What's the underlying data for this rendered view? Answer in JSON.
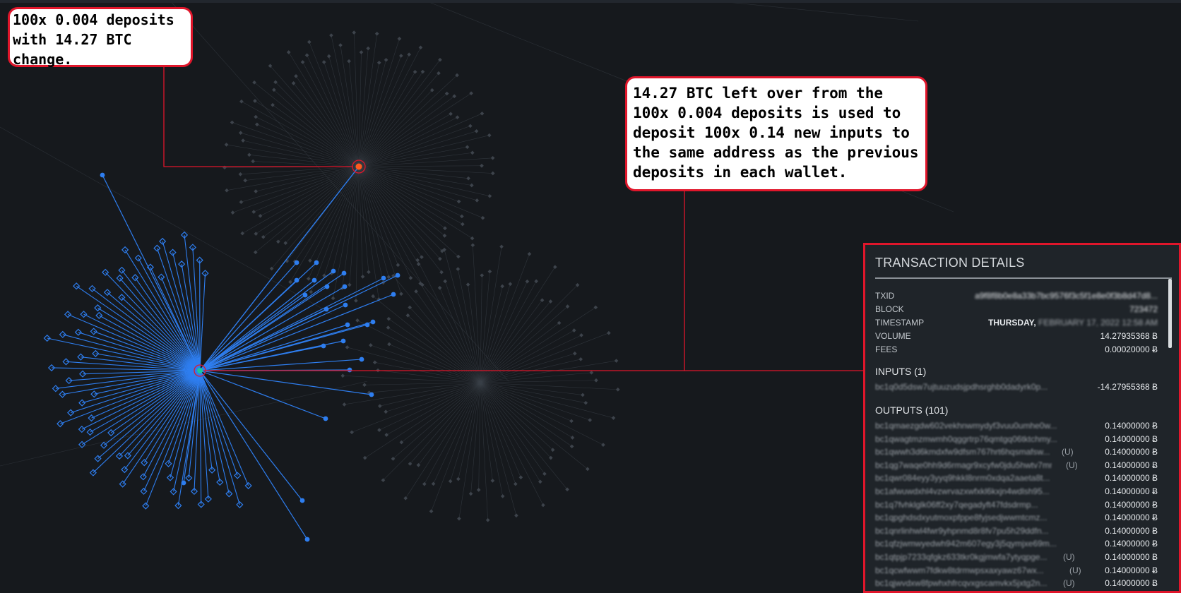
{
  "callouts": {
    "first": "100x 0.004 deposits\nwith 14.27 BTC\nchange.",
    "second": "14.27 BTC left over from the\n100x 0.004 deposits is used to\ndeposit 100x 0.14 new inputs to\nthe same address as the previous\ndeposits in each wallet."
  },
  "panel": {
    "title": "TRANSACTION DETAILS",
    "fields": [
      {
        "label": "TXID",
        "value": "a9f8f8b0e8a33b7bc9576f3c5f1e8e0f3b8d47d8..."
      },
      {
        "label": "BLOCK",
        "value": "723472"
      },
      {
        "label": "TIMESTAMP",
        "value_bold": "THURSDAY,",
        "value": "FEBRUARY 17, 2022 12:58 AM"
      },
      {
        "label": "VOLUME",
        "value": "14.27935368 Ƀ"
      },
      {
        "label": "FEES",
        "value": "0.00020000 Ƀ"
      }
    ],
    "inputs_title": "INPUTS (1)",
    "inputs": [
      {
        "address": "bc1q0d5dsw7ujtuuzudsjpdhsrghb0dadyrk0p...",
        "amount": "-14.27955368 Ƀ"
      }
    ],
    "outputs_title": "OUTPUTS (101)",
    "outputs": [
      {
        "address": "bc1qmaezgdw602vekhnwmydyf3vuu0umhe0w...",
        "tag": "",
        "amount": "0.14000000 Ƀ"
      },
      {
        "address": "bc1qwagtmzmwmh0qggrtrp76qmtgq06tktchmy...",
        "tag": "",
        "amount": "0.14000000 Ƀ"
      },
      {
        "address": "bc1qwwh3d6kmdxfw9dfsm767hrt6hqsmafsw...",
        "tag": "(U)",
        "amount": "0.14000000 Ƀ"
      },
      {
        "address": "bc1qg7waqe0hh9d6rmagr9xcyfw0jdu5hwtv7mnt...",
        "tag": "(U)",
        "amount": "0.14000000 Ƀ"
      },
      {
        "address": "bc1qwr084eyy3yyq9hkkl8nrm0xdqa2aaeta8t...",
        "tag": "",
        "amount": "0.14000000 Ƀ"
      },
      {
        "address": "bc1afwuwdxhl4vzwrvazxwfxkl6kxjn4wdlsh95...",
        "tag": "",
        "amount": "0.14000000 Ƀ"
      },
      {
        "address": "bc1q7fvhklglk06ff2xy7qegadyft47fdsdrmp...",
        "tag": "",
        "amount": "0.14000000 Ƀ"
      },
      {
        "address": "bc1qpghdsdxyutmoxpfppe8fyjsedjwwmtcmz...",
        "tag": "",
        "amount": "0.14000000 Ƀ"
      },
      {
        "address": "bc1qnrlinhwl4fwr9yhpnmd8r8fv7pu5h29ddfn...",
        "tag": "",
        "amount": "0.14000000 Ƀ"
      },
      {
        "address": "bc1qfzjwmwyedwh942m607egy3j5qymjxe69m...",
        "tag": "",
        "amount": "0.14000000 Ƀ"
      },
      {
        "address": "bc1qtpjp7233qfgkz633tkr0kgjmwfa7ytyqpge...",
        "tag": "(U)",
        "amount": "0.14000000 Ƀ"
      },
      {
        "address": "bc1qcwfwwm7fdkw8tdrmwpsxaxyawz67wx...",
        "tag": "(U)",
        "amount": "0.14000000 Ƀ"
      },
      {
        "address": "bc1qjwvdxw8fpwhxhfrcqvxgscamvkx5jxtg2n...",
        "tag": "(U)",
        "amount": "0.14000000 Ƀ"
      }
    ]
  },
  "colors": {
    "annotation_red": "#e0162b",
    "node_blue": "#2e7ef0",
    "node_orange": "#ff5a1f",
    "node_green": "#18c99a",
    "faint_graph": "#3a4048",
    "background": "#16191d"
  }
}
